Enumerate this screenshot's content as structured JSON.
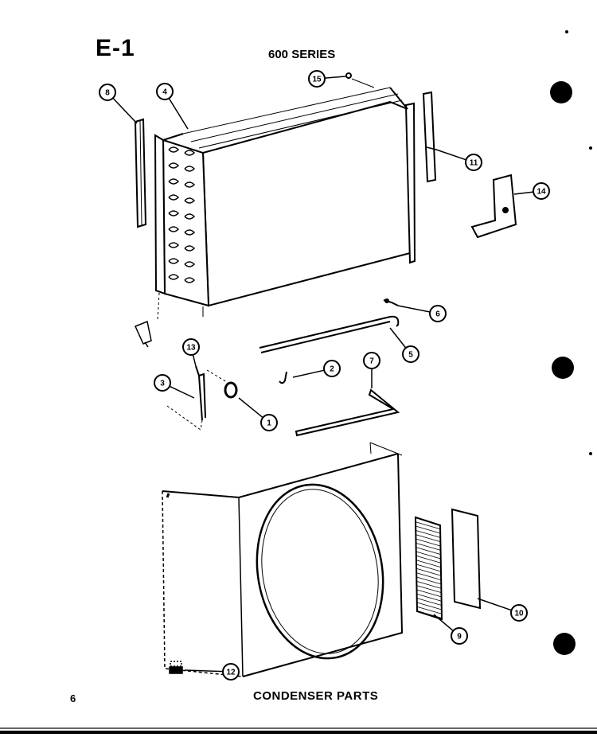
{
  "page_code": "E-1",
  "series": "600 SERIES",
  "caption": "CONDENSER PARTS",
  "page_number": "6",
  "callouts": [
    {
      "id": "c1",
      "label": "1"
    },
    {
      "id": "c2",
      "label": "2"
    },
    {
      "id": "c3",
      "label": "3"
    },
    {
      "id": "c4",
      "label": "4"
    },
    {
      "id": "c5",
      "label": "5"
    },
    {
      "id": "c6",
      "label": "6"
    },
    {
      "id": "c7",
      "label": "7"
    },
    {
      "id": "c8",
      "label": "8"
    },
    {
      "id": "c9",
      "label": "9"
    },
    {
      "id": "c10",
      "label": "10"
    },
    {
      "id": "c11",
      "label": "11"
    },
    {
      "id": "c12",
      "label": "12"
    },
    {
      "id": "c13",
      "label": "13"
    },
    {
      "id": "c14",
      "label": "14"
    },
    {
      "id": "c15",
      "label": "15"
    }
  ],
  "colors": {
    "ink": "#000000",
    "paper": "#ffffff"
  }
}
